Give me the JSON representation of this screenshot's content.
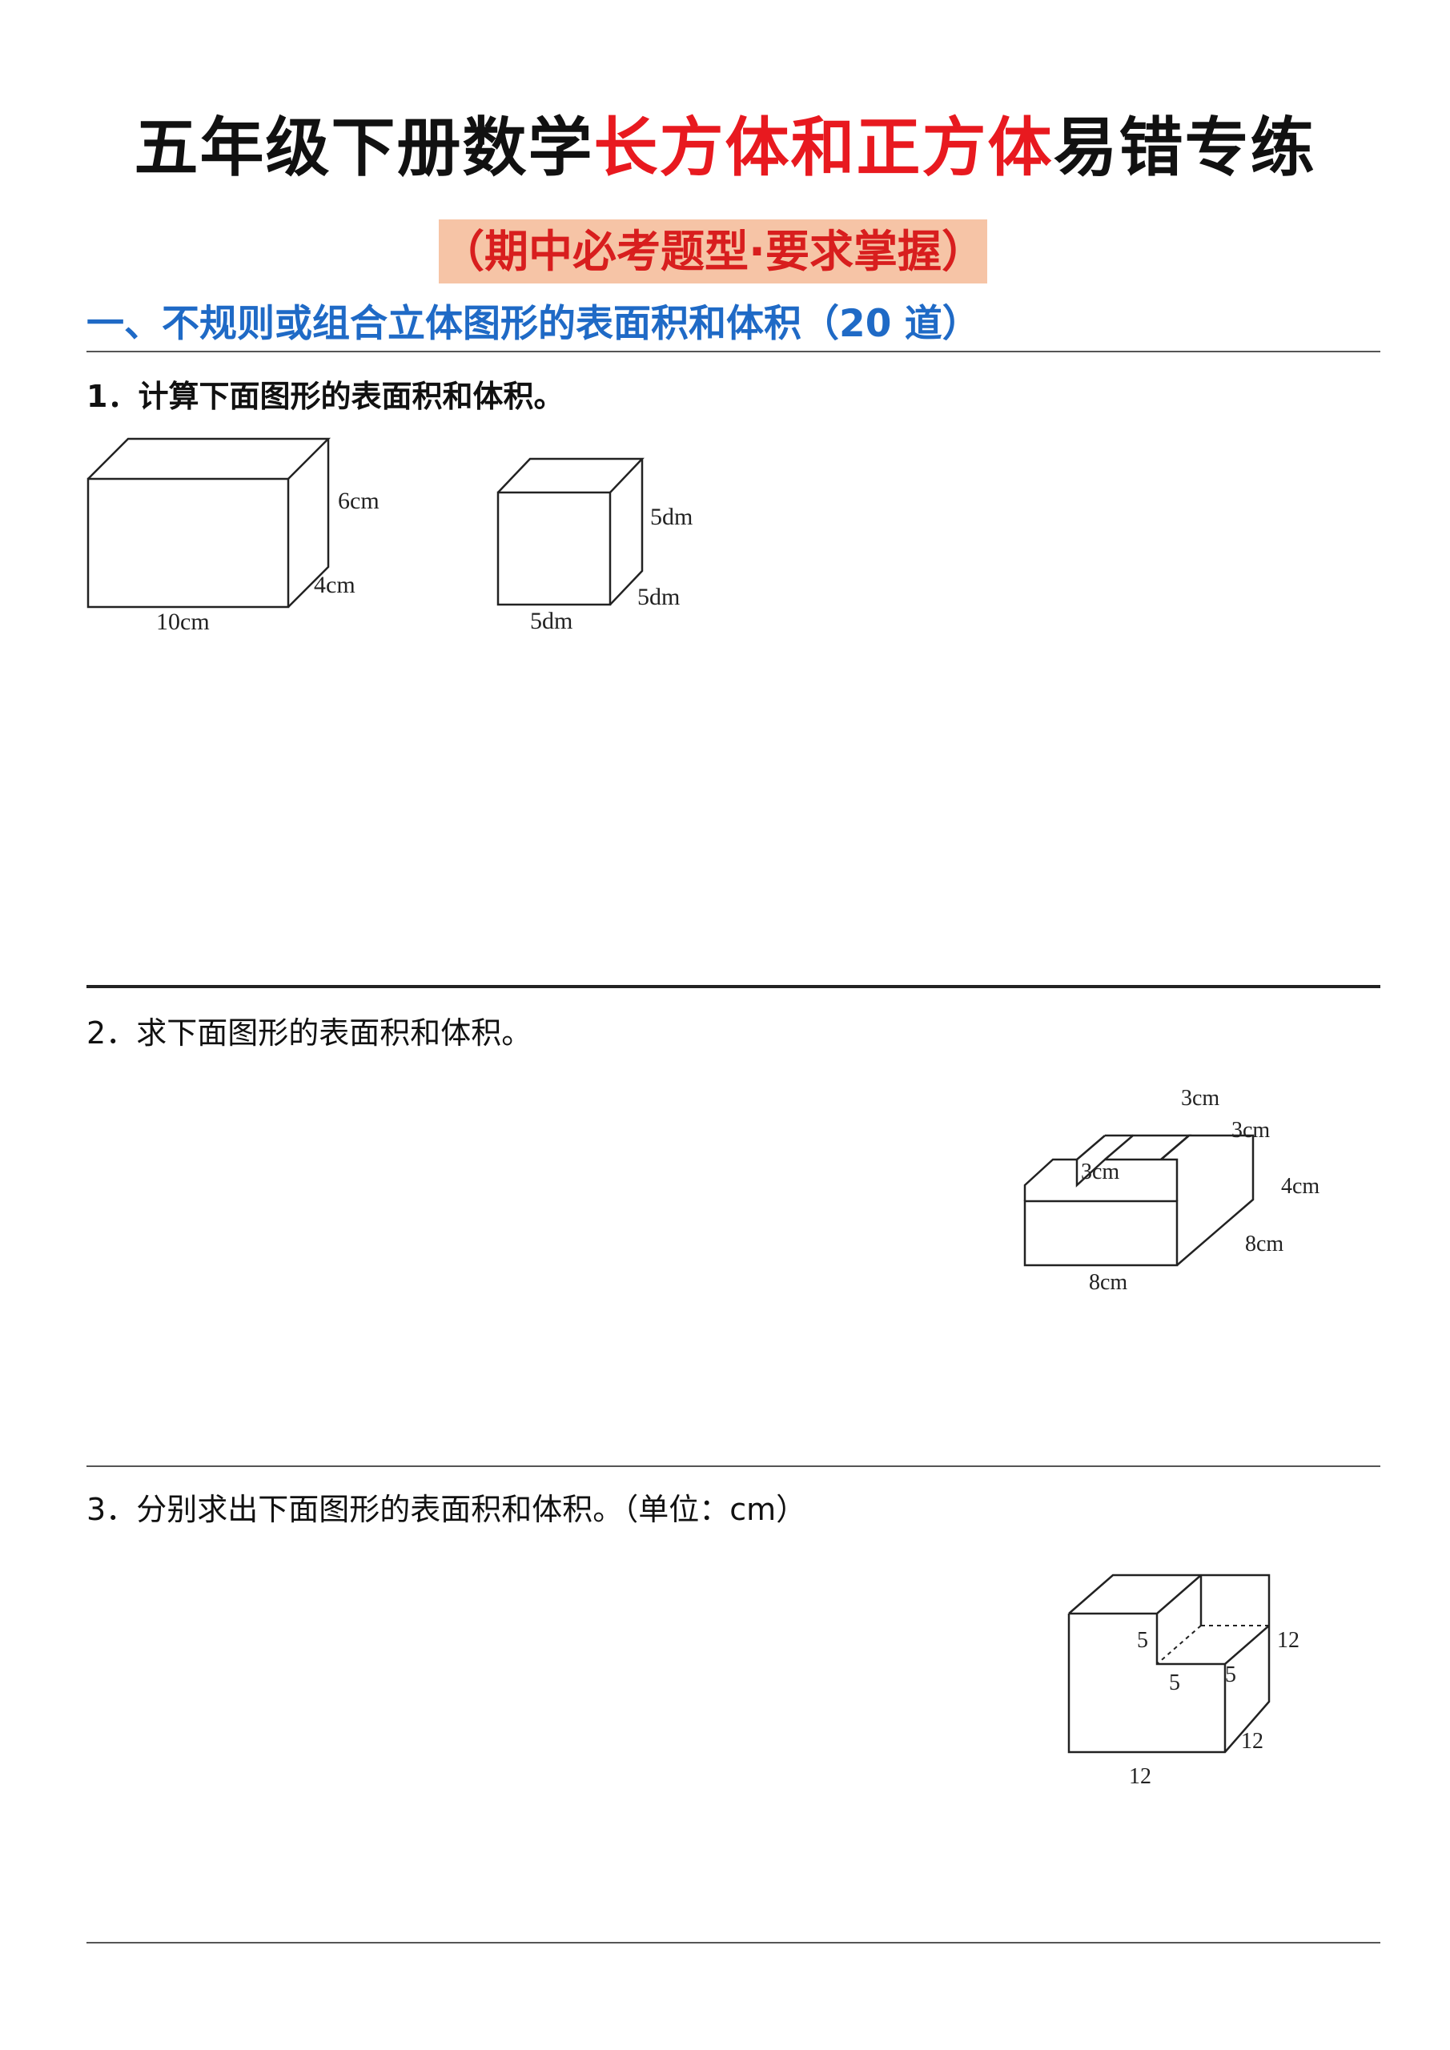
{
  "header": {
    "title_pre": "五年级下册数学",
    "title_highlight": "长方体和正方体",
    "title_post": "易错专练",
    "subtitle": "（期中必考题型·要求掌握）",
    "title_color": "#111111",
    "highlight_color": "#e8191f",
    "subtitle_color": "#d81e1e",
    "subtitle_bg": "#f6c4a6"
  },
  "section": {
    "title": "一、不规则或组合立体图形的表面积和体积（20 道）",
    "color": "#1f6ac6"
  },
  "questions": [
    {
      "number": "1．",
      "text": "计算下面图形的表面积和体积。",
      "figures": [
        {
          "name": "cuboid",
          "labels": {
            "height": "6cm",
            "depth": "4cm",
            "length": "10cm"
          }
        },
        {
          "name": "cube",
          "labels": {
            "height": "5dm",
            "depth": "5dm",
            "width": "5dm"
          }
        }
      ]
    },
    {
      "number": "2．",
      "text": "求下面图形的表面积和体积。",
      "figure": {
        "name": "step-solid",
        "labels": {
          "top_width": "3cm",
          "top_depth": "3cm",
          "step": "3cm",
          "height": "4cm",
          "depth": "8cm",
          "length": "8cm"
        }
      }
    },
    {
      "number": "3．",
      "text": "分别求出下面图形的表面积和体积。（单位：cm）",
      "figure": {
        "name": "notched-cube",
        "labels": {
          "notch_height": "5",
          "notch_width": "5",
          "notch_depth": "5",
          "cube_height": "12",
          "cube_depth": "12",
          "cube_width": "12"
        }
      }
    }
  ]
}
